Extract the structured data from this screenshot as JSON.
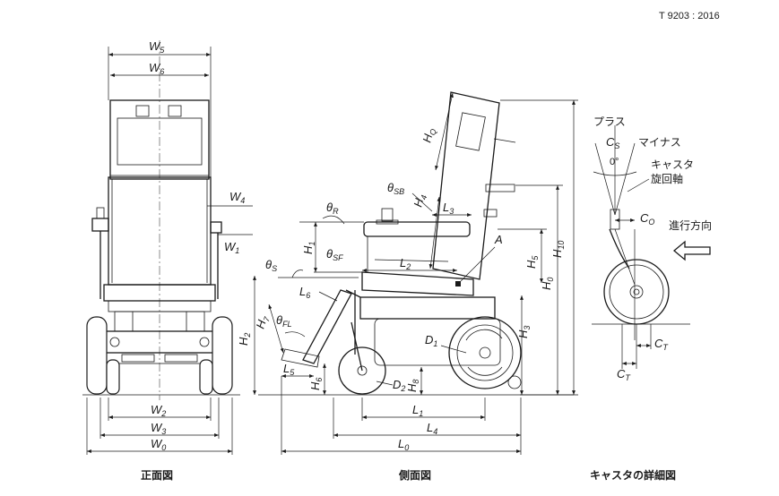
{
  "header": {
    "standard": "T 9203 : 2016"
  },
  "captions": {
    "front": "正面図",
    "side": "側面図",
    "caster": "キャスタの詳細図"
  },
  "front": {
    "w5": {
      "main": "W",
      "sub": "5"
    },
    "w6": {
      "main": "W",
      "sub": "6"
    },
    "w4": {
      "main": "W",
      "sub": "4"
    },
    "w1": {
      "main": "W",
      "sub": "1"
    },
    "w2": {
      "main": "W",
      "sub": "2"
    },
    "w3": {
      "main": "W",
      "sub": "3"
    },
    "w0": {
      "main": "W",
      "sub": "0"
    }
  },
  "side": {
    "hq": {
      "main": "H",
      "sub": "Q"
    },
    "theta_sb": {
      "main": "θ",
      "sub": "SB"
    },
    "h4": {
      "main": "H",
      "sub": "4"
    },
    "l3": {
      "main": "L",
      "sub": "3"
    },
    "theta_r": {
      "main": "θ",
      "sub": "R"
    },
    "a": "A",
    "h1": {
      "main": "H",
      "sub": "1"
    },
    "theta_sf": {
      "main": "θ",
      "sub": "SF"
    },
    "l2": {
      "main": "L",
      "sub": "2"
    },
    "theta_s": {
      "main": "θ",
      "sub": "S"
    },
    "l6": {
      "main": "L",
      "sub": "6"
    },
    "h5": {
      "main": "H",
      "sub": "5"
    },
    "h10": {
      "main": "H",
      "sub": "10"
    },
    "h0": {
      "main": "H",
      "sub": "0"
    },
    "h2": {
      "main": "H",
      "sub": "2"
    },
    "h7": {
      "main": "H",
      "sub": "7"
    },
    "theta_fl": {
      "main": "θ",
      "sub": "FL"
    },
    "d1": {
      "main": "D",
      "sub": "1"
    },
    "h3": {
      "main": "H",
      "sub": "3"
    },
    "l5": {
      "main": "L",
      "sub": "5"
    },
    "h6": {
      "main": "H",
      "sub": "6"
    },
    "d2": {
      "main": "D",
      "sub": "2"
    },
    "h8": {
      "main": "H",
      "sub": "8"
    },
    "l1": {
      "main": "L",
      "sub": "1"
    },
    "l4": {
      "main": "L",
      "sub": "4"
    },
    "l0": {
      "main": "L",
      "sub": "0"
    }
  },
  "caster": {
    "plus": "プラス",
    "cs": {
      "main": "C",
      "sub": "S"
    },
    "minus": "マイナス",
    "zero": "0°",
    "axis_line1": "キャスタ",
    "axis_line2": "旋回軸",
    "co": {
      "main": "C",
      "sub": "O"
    },
    "direction": "進行方向",
    "ct1": {
      "main": "C",
      "sub": "T"
    },
    "ct2": {
      "main": "C",
      "sub": "T"
    }
  }
}
